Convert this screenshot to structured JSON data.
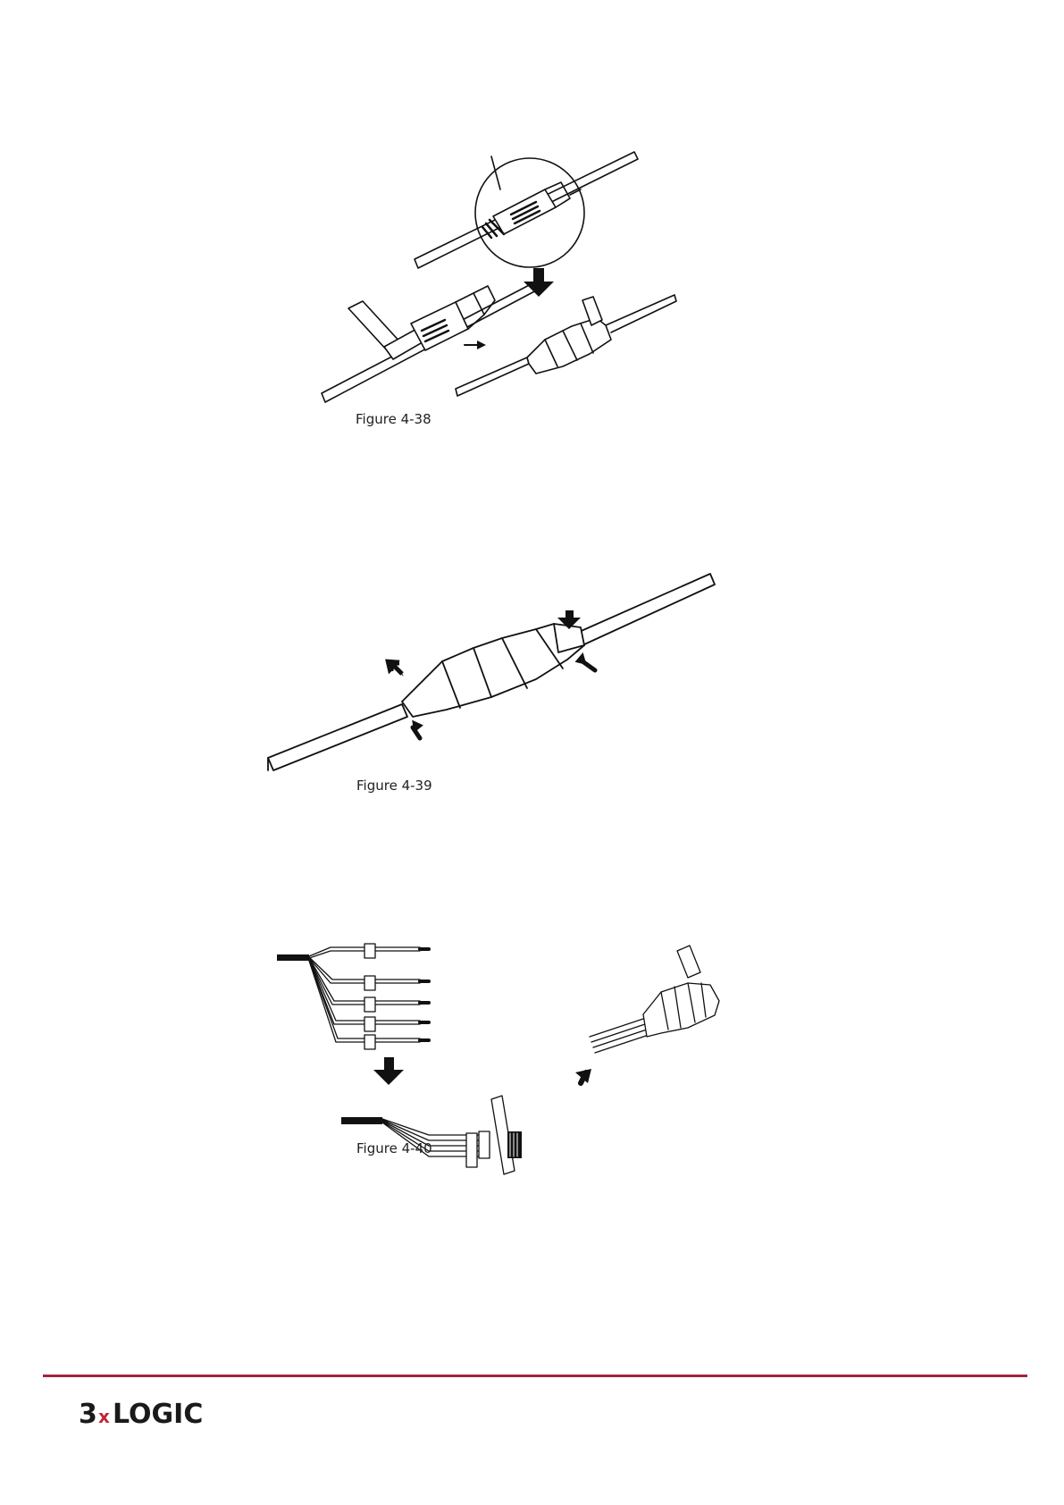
{
  "figures": [
    {
      "id": "fig-4-38",
      "caption": "Figure 4-38"
    },
    {
      "id": "fig-4-39",
      "caption": "Figure 4-39"
    },
    {
      "id": "fig-4-40",
      "caption": "Figure 4-40"
    }
  ],
  "footer": {
    "logo": {
      "part1": "3",
      "part2": "x",
      "part3": "LOGIC"
    },
    "rule_color": "#a3253a",
    "logo_accent_color": "#c0263b",
    "logo_text_color": "#1a1a1a"
  }
}
